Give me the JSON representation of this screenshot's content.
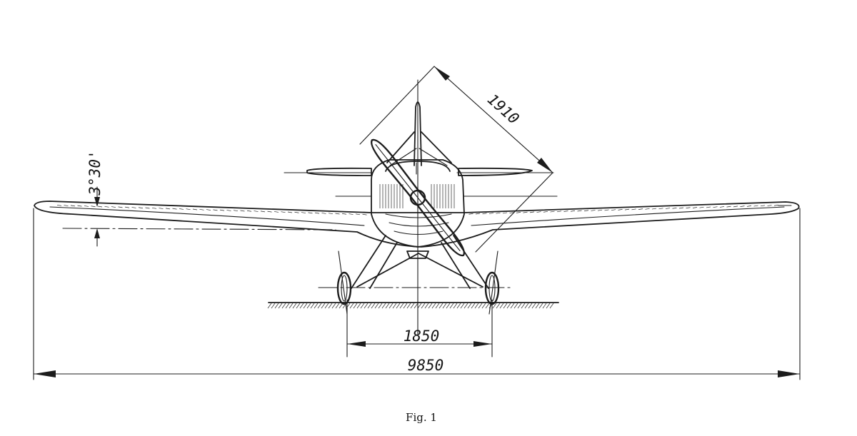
{
  "figure": {
    "caption": "Fig. 1",
    "dimensions": {
      "wingspan": "9850",
      "track": "1850",
      "propeller": "1910",
      "dihedral": "3°30'"
    }
  }
}
